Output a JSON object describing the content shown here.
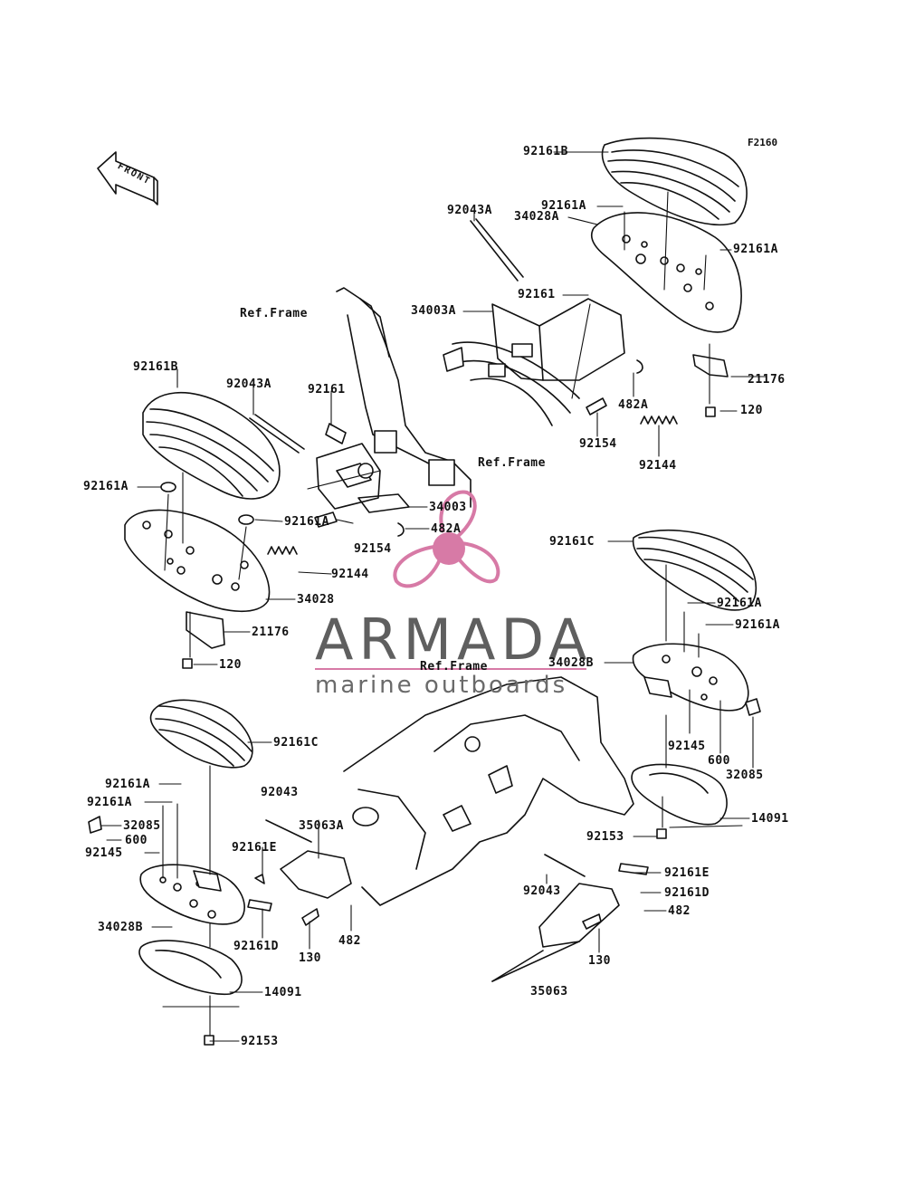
{
  "diagram": {
    "code": "F2160",
    "front_arrow_text": "FRONT",
    "watermark": {
      "brand": "ARMADA",
      "tagline": "marine outboards",
      "accent_color": "#d77aa6",
      "text_color": "#5f5f5f"
    },
    "ref_labels": [
      "Ref.Frame",
      "Ref.Frame",
      "Ref.Frame"
    ],
    "part_labels": [
      "92161B",
      "92161A",
      "34028A",
      "92161A",
      "92043A",
      "34003A",
      "92161",
      "21176",
      "120",
      "482A",
      "92154",
      "92144",
      "92161B",
      "92043A",
      "92161",
      "92161A",
      "92161A",
      "34003",
      "482A",
      "92154",
      "92144",
      "34028",
      "21176",
      "120",
      "92161C",
      "92161A",
      "92161A",
      "34028B",
      "92145",
      "600",
      "32085",
      "14091",
      "92153",
      "92161C",
      "92043",
      "35063A",
      "92161A",
      "92161A",
      "32085",
      "600",
      "92145",
      "92161E",
      "34028B",
      "92161D",
      "130",
      "482",
      "14091",
      "92153",
      "92161E",
      "92043",
      "92161D",
      "482",
      "130",
      "35063"
    ]
  }
}
